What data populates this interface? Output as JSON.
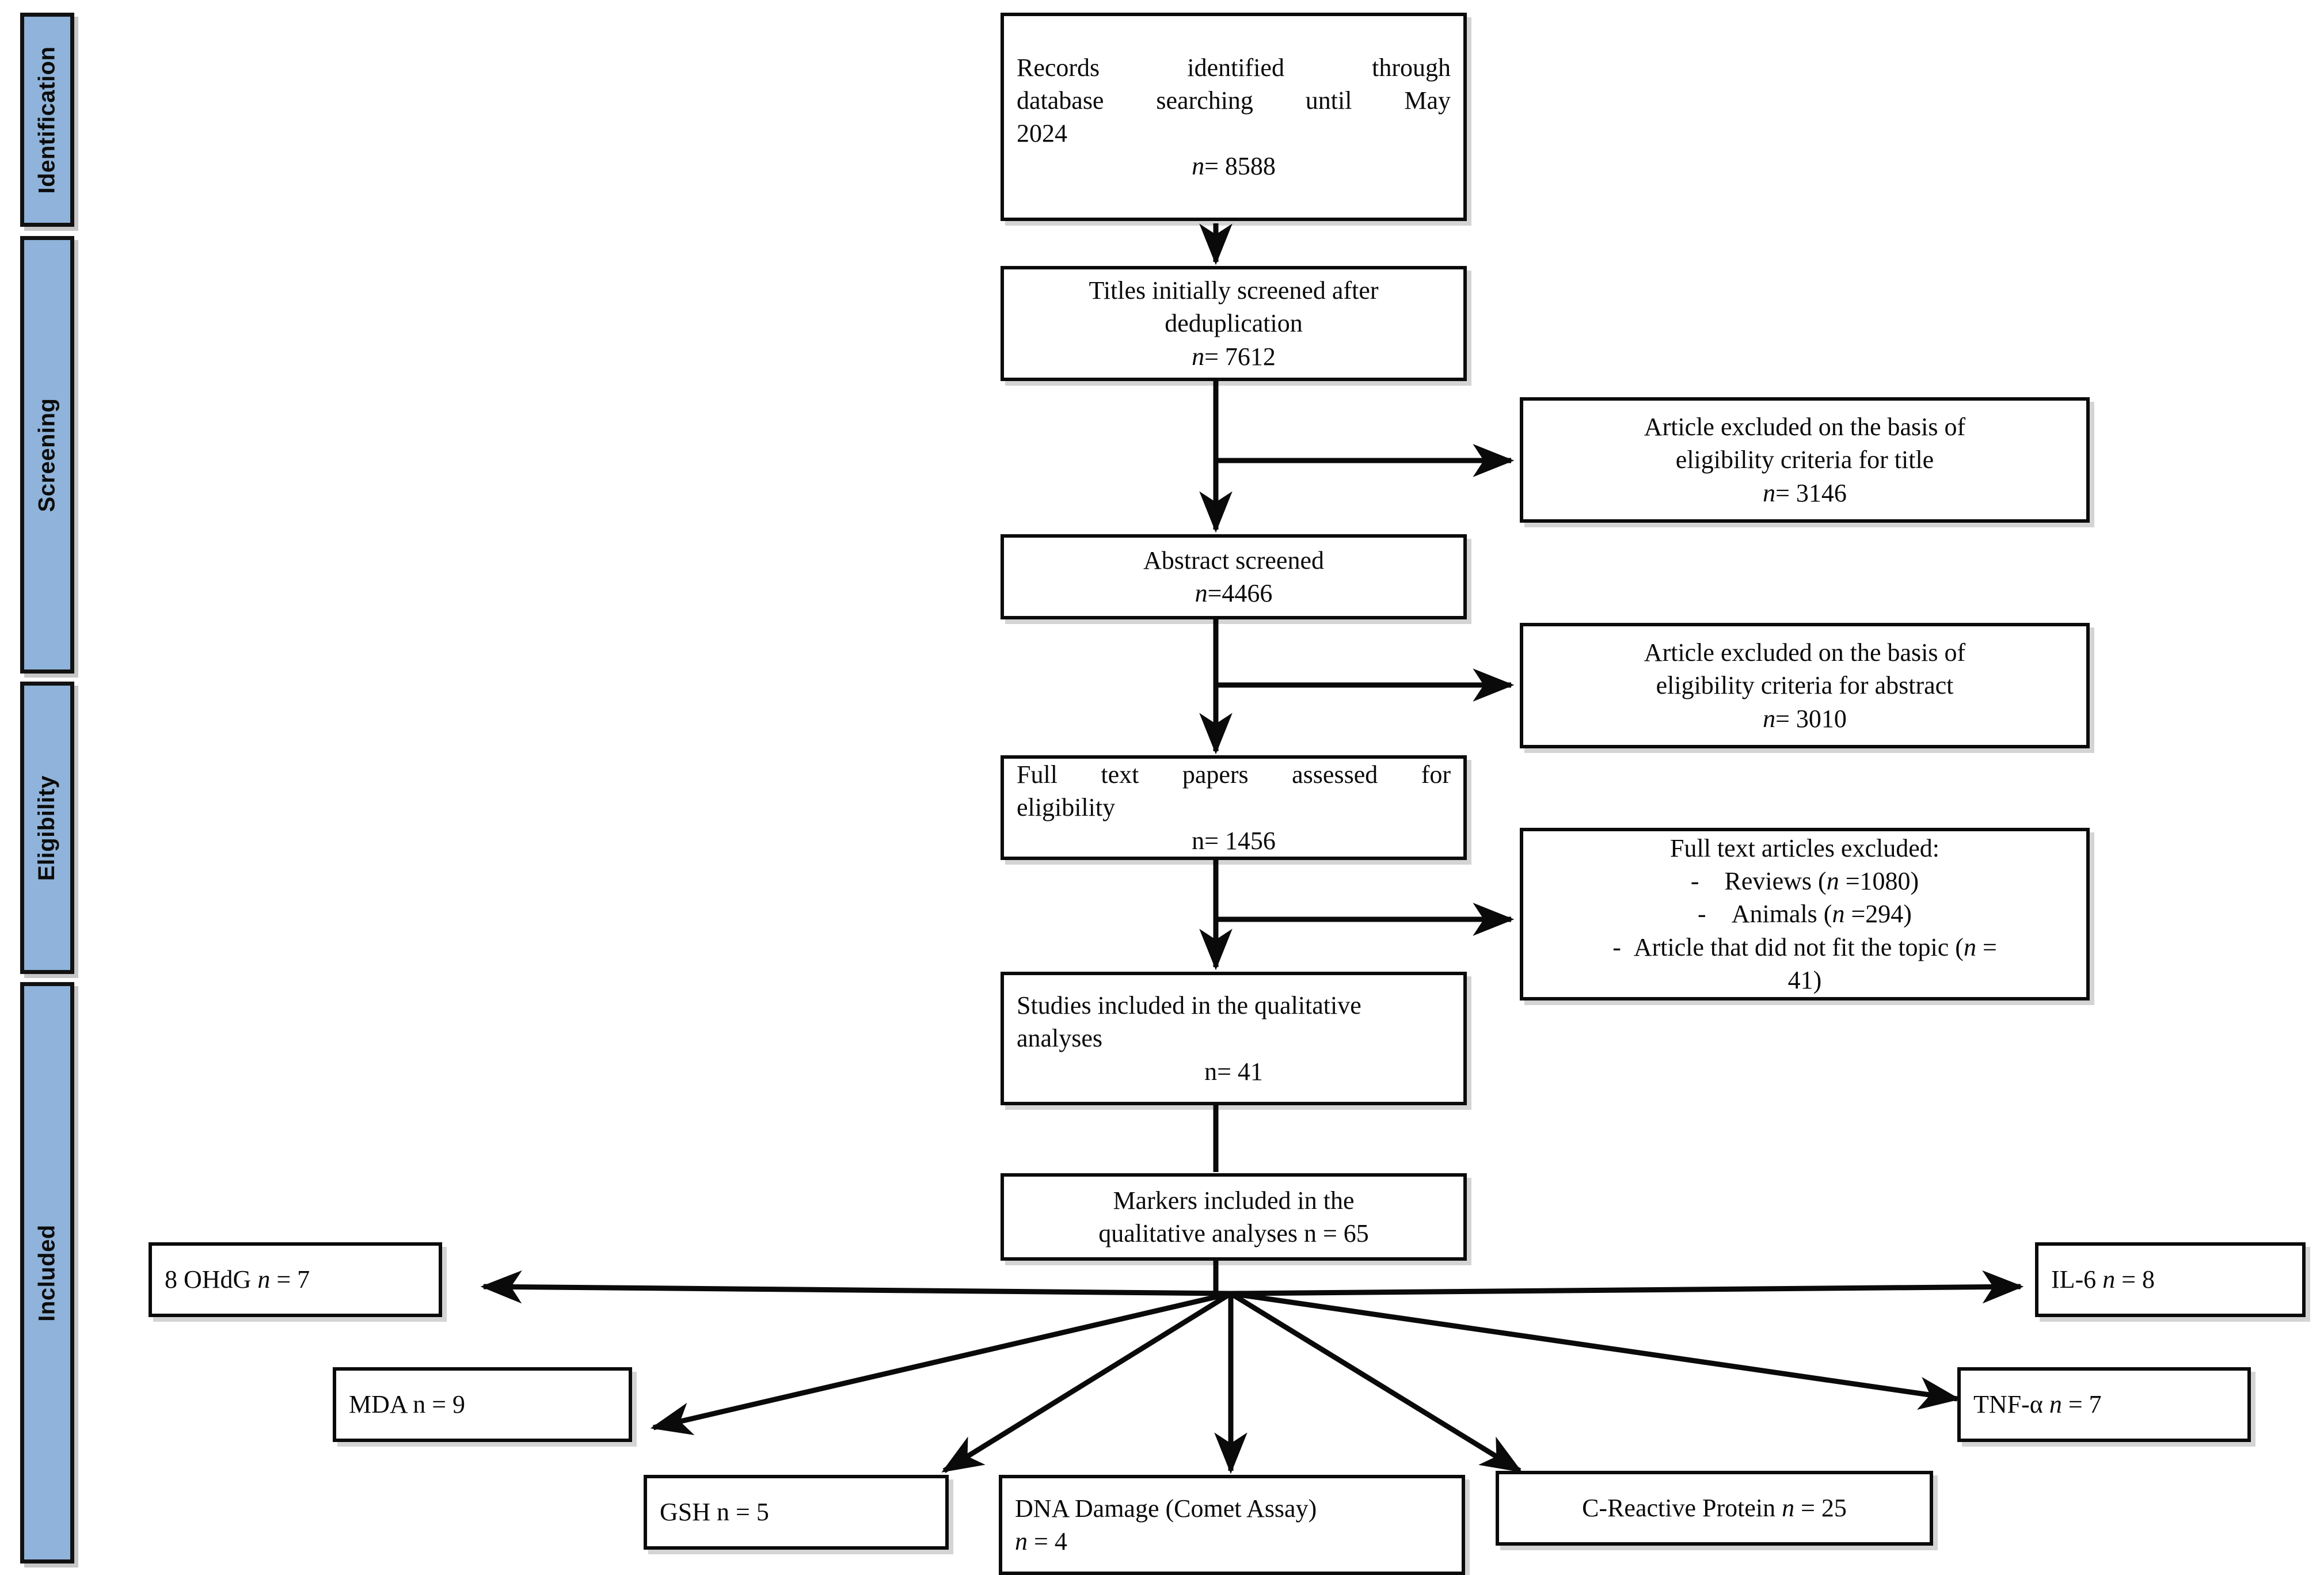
{
  "figure": {
    "type": "prisma-flow-diagram",
    "title": "PRISMA study selection flow diagram"
  },
  "phases": [
    {
      "id": "identification",
      "label": "Identification"
    },
    {
      "id": "screening",
      "label": "Screening"
    },
    {
      "id": "eligibility",
      "label": "Eligibility"
    },
    {
      "id": "included",
      "label": "Included"
    }
  ],
  "main_boxes": {
    "records_identified": {
      "line1": "Records identified through",
      "line2": "database searching until May",
      "line3": "2024",
      "count_prefix": "n",
      "count": "= 8588"
    },
    "titles_screened": {
      "line1": "Titles initially screened after",
      "line2": "deduplication",
      "count_prefix": "n",
      "count": "= 7612"
    },
    "abstract_screened": {
      "line1": "Abstract screened",
      "count_prefix": "n",
      "count": "=4466"
    },
    "full_text_assessed": {
      "line1": "Full text papers assessed for",
      "line2": "eligibility",
      "count_prefix": "n",
      "count": "= 1456"
    },
    "studies_included": {
      "line1": "Studies included in the qualitative",
      "line2": "analyses",
      "count_prefix": "n",
      "count": "= 41"
    },
    "markers_included": {
      "line1": "Markers included in the",
      "line2": "qualitative analyses n = 65"
    }
  },
  "exclusion_boxes": {
    "excluded_title": {
      "line1": "Article excluded on the basis of",
      "line2": "eligibility criteria for title",
      "count_prefix": "n",
      "count": "= 3146"
    },
    "excluded_abstract": {
      "line1": "Article excluded on the basis of",
      "line2": "eligibility criteria for abstract",
      "count_prefix": "n",
      "count": "= 3010"
    },
    "excluded_fulltext": {
      "heading": "Full text articles excluded:",
      "items": [
        "-    Reviews (n =1080)",
        "-    Animals (n =294)",
        "-   Article that did not fit the topic (n =",
        "41)"
      ],
      "bullets": [
        {
          "dash": "-",
          "label": "Reviews (",
          "var": "n",
          "value": " =1080)"
        },
        {
          "dash": "-",
          "label": "Animals (",
          "var": "n",
          "value": " =294)"
        },
        {
          "dash": "-",
          "label": "Article that did not fit the topic (",
          "var": "n",
          "value": " ="
        },
        {
          "dash": "",
          "label": "41)",
          "var": "",
          "value": ""
        }
      ]
    }
  },
  "marker_boxes": [
    {
      "id": "ohdg",
      "name": "8 OHdG ",
      "var": "n",
      "value": " = 7",
      "italic_n": true
    },
    {
      "id": "mda",
      "name": "MDA n = 9",
      "var": "",
      "value": "",
      "italic_n": false
    },
    {
      "id": "gsh",
      "name": "GSH n = 5",
      "var": "",
      "value": "",
      "italic_n": false
    },
    {
      "id": "dna",
      "name": "DNA Damage (Comet Assay)",
      "var": "n",
      "value": " = 4",
      "italic_n": true
    },
    {
      "id": "crp",
      "name": "C-Reactive Protein ",
      "var": "n",
      "value": " = 25",
      "italic_n": true
    },
    {
      "id": "tnfa",
      "name": "TNF-α ",
      "var": "n",
      "value": " = 7",
      "italic_n": true
    },
    {
      "id": "il6",
      "name": "IL-6 ",
      "var": "n",
      "value": " = 8",
      "italic_n": true
    }
  ],
  "marker_labels": {
    "ohdg_name": "8 OHdG ",
    "ohdg_n": "n",
    "ohdg_val": " = 7",
    "mda_full": "MDA n = 9",
    "gsh_full": "GSH n = 5",
    "dna_line1": "DNA Damage (Comet Assay)",
    "dna_n": "n",
    "dna_val": " = 4",
    "crp_name": "C-Reactive Protein ",
    "crp_n": "n",
    "crp_val": " = 25",
    "tnfa_name": "TNF-α ",
    "tnfa_n": "n",
    "tnfa_val": " = 7",
    "il6_name": "IL-6 ",
    "il6_n": "n",
    "il6_val": " = 8"
  },
  "colors": {
    "phase_bar_fill": "#8fb3da",
    "outline": "#0b0b0b",
    "text": "#0a0a0a",
    "background": "#ffffff"
  },
  "chart_data": {
    "type": "table",
    "title": "PRISMA study selection counts",
    "categories": [
      "Records identified through database searching until May 2024",
      "Titles initially screened after deduplication",
      "Article excluded on the basis of eligibility criteria for title",
      "Abstract screened",
      "Article excluded on the basis of eligibility criteria for abstract",
      "Full text papers assessed for eligibility",
      "Full text articles excluded: Reviews",
      "Full text articles excluded: Animals",
      "Full text articles excluded: Article that did not fit the topic",
      "Studies included in the qualitative analyses",
      "Markers included in the qualitative analyses",
      "8 OHdG",
      "MDA",
      "GSH",
      "DNA Damage (Comet Assay)",
      "C-Reactive Protein",
      "TNF-α",
      "IL-6"
    ],
    "values": [
      8588,
      7612,
      3146,
      4466,
      3010,
      1456,
      1080,
      294,
      41,
      41,
      65,
      7,
      9,
      5,
      4,
      25,
      7,
      8
    ],
    "xlabel": "Stage",
    "ylabel": "n"
  }
}
